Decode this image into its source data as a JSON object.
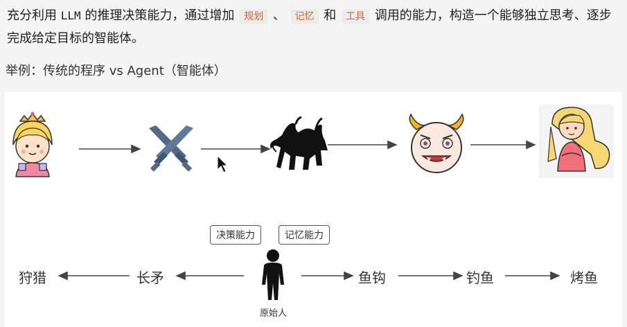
{
  "intro": {
    "part1": "充分利用 ",
    "llm": "LLM",
    "part2": " 的推理决策能力，通过增加",
    "tag_planning": "规划",
    "sep": " 、 ",
    "tag_memory": "记忆",
    "and": " 和 ",
    "tag_tools": "工具",
    "part3": " 调用的能力，构造一个能够独立思考、逐步完成给定目标的智能体。"
  },
  "example_title": "举例：传统的程序 vs Agent（智能体）",
  "bottom_flow": {
    "hunting": "狩猎",
    "spear": "长矛",
    "decision_box": "决策能力",
    "memory_box": "记忆能力",
    "caveman": "原始人",
    "fishhook": "鱼钩",
    "fishing": "钓鱼",
    "grilled_fish": "烤鱼"
  },
  "colors": {
    "tag_text": "#d9622b",
    "tag_bg": "#ececec",
    "arrow": "#444444"
  },
  "icons": [
    "princess-icon",
    "crossed-swords-icon",
    "monster-icon",
    "demon-face-icon",
    "princess-long-hair-icon",
    "caveman-icon",
    "mouse-cursor-icon"
  ]
}
